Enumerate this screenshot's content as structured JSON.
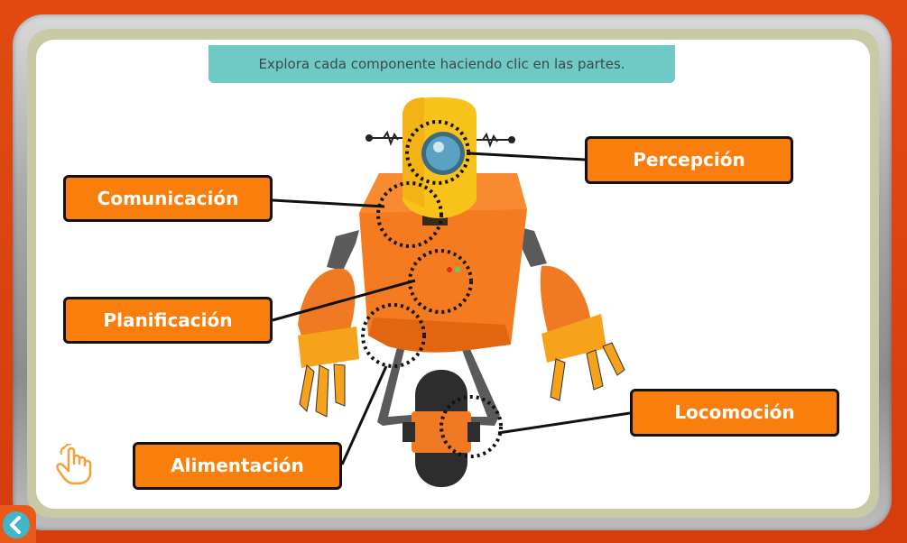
{
  "instruction": "Explora cada componente haciendo clic en las partes.",
  "labels": {
    "percepcion": "Percepción",
    "comunicacion": "Comunicación",
    "planificacion": "Planificación",
    "alimentacion": "Alimentación",
    "locomocion": "Locomoción"
  },
  "icons": {
    "hand": "hand-pointer-icon",
    "back": "chevron-left-icon"
  },
  "colors": {
    "frame": "#d9400f",
    "label_bg": "#f97e0b",
    "instruction_bg": "#6fcac6",
    "robot_body": "#f47b20",
    "robot_head": "#f7c21a"
  }
}
